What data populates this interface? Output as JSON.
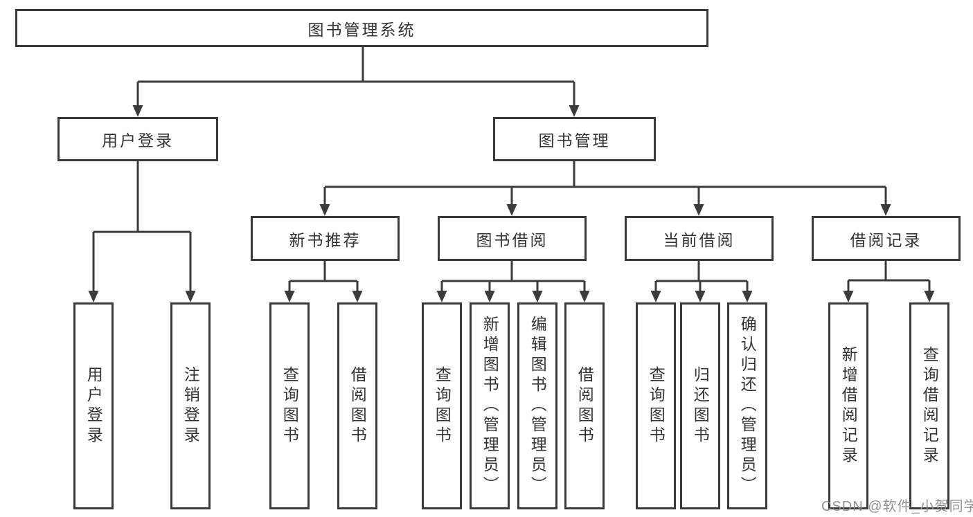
{
  "diagram": {
    "root": {
      "label": "图书管理系统"
    },
    "level2": [
      {
        "label": "用户登录"
      },
      {
        "label": "图书管理"
      }
    ],
    "level3": [
      {
        "label": "新书推荐"
      },
      {
        "label": "图书借阅"
      },
      {
        "label": "当前借阅"
      },
      {
        "label": "借阅记录"
      }
    ],
    "leaves": {
      "user_login": [
        "用户登录",
        "注销登录"
      ],
      "new_books": [
        "查询图书",
        "借阅图书"
      ],
      "book_borrow": [
        "查询图书",
        "新增图书（管理员）",
        "编辑图书（管理员）",
        "借阅图书"
      ],
      "current_borrow": [
        "查询图书",
        "归还图书",
        "确认归还（管理员）"
      ],
      "borrow_records": [
        "新增借阅记录",
        "查询借阅记录"
      ]
    }
  },
  "watermark": {
    "text": "CSDN @软件_小贺同学"
  },
  "colors": {
    "line": "#3b3b3b",
    "border": "#3a3a3a",
    "text": "#333333",
    "watermark": "#8c8c8c",
    "background": "#ffffff"
  }
}
